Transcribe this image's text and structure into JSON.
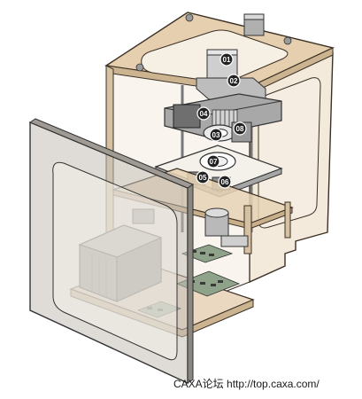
{
  "figure": {
    "callouts": [
      {
        "id": "c01",
        "label": "01"
      },
      {
        "id": "c02",
        "label": "02"
      },
      {
        "id": "c03",
        "label": "03"
      },
      {
        "id": "c04",
        "label": "04"
      },
      {
        "id": "c05",
        "label": "05"
      },
      {
        "id": "c06",
        "label": "06"
      },
      {
        "id": "c07",
        "label": "07"
      },
      {
        "id": "c08",
        "label": "08"
      }
    ],
    "colors": {
      "frame_fill": "#ead8c0",
      "frame_stroke": "#3b3026",
      "door_fill": "#c4c0b8",
      "metal_light": "#cfcfcf",
      "metal_dark": "#6f6f6f",
      "board_green": "#8fa38a",
      "callout_bg": "#222222"
    }
  },
  "watermark": {
    "site": "CAXA论坛",
    "url": "http://top.caxa.com/"
  }
}
